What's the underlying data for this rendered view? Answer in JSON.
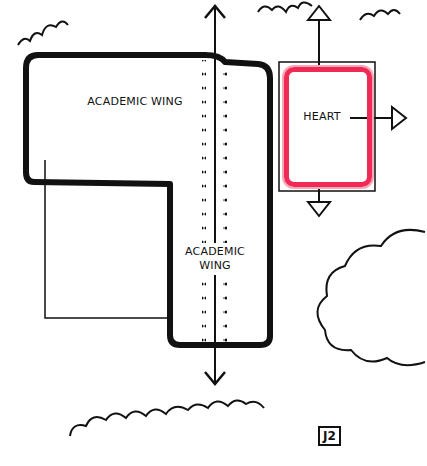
{
  "diagram": {
    "nodes": [
      {
        "text": [
          "ACADEMIC WING",
          "ACADEMIC WING"
        ]
      },
      {
        "text": [
          "HEART"
        ]
      }
    ],
    "labels": [
      "J2"
    ]
  }
}
